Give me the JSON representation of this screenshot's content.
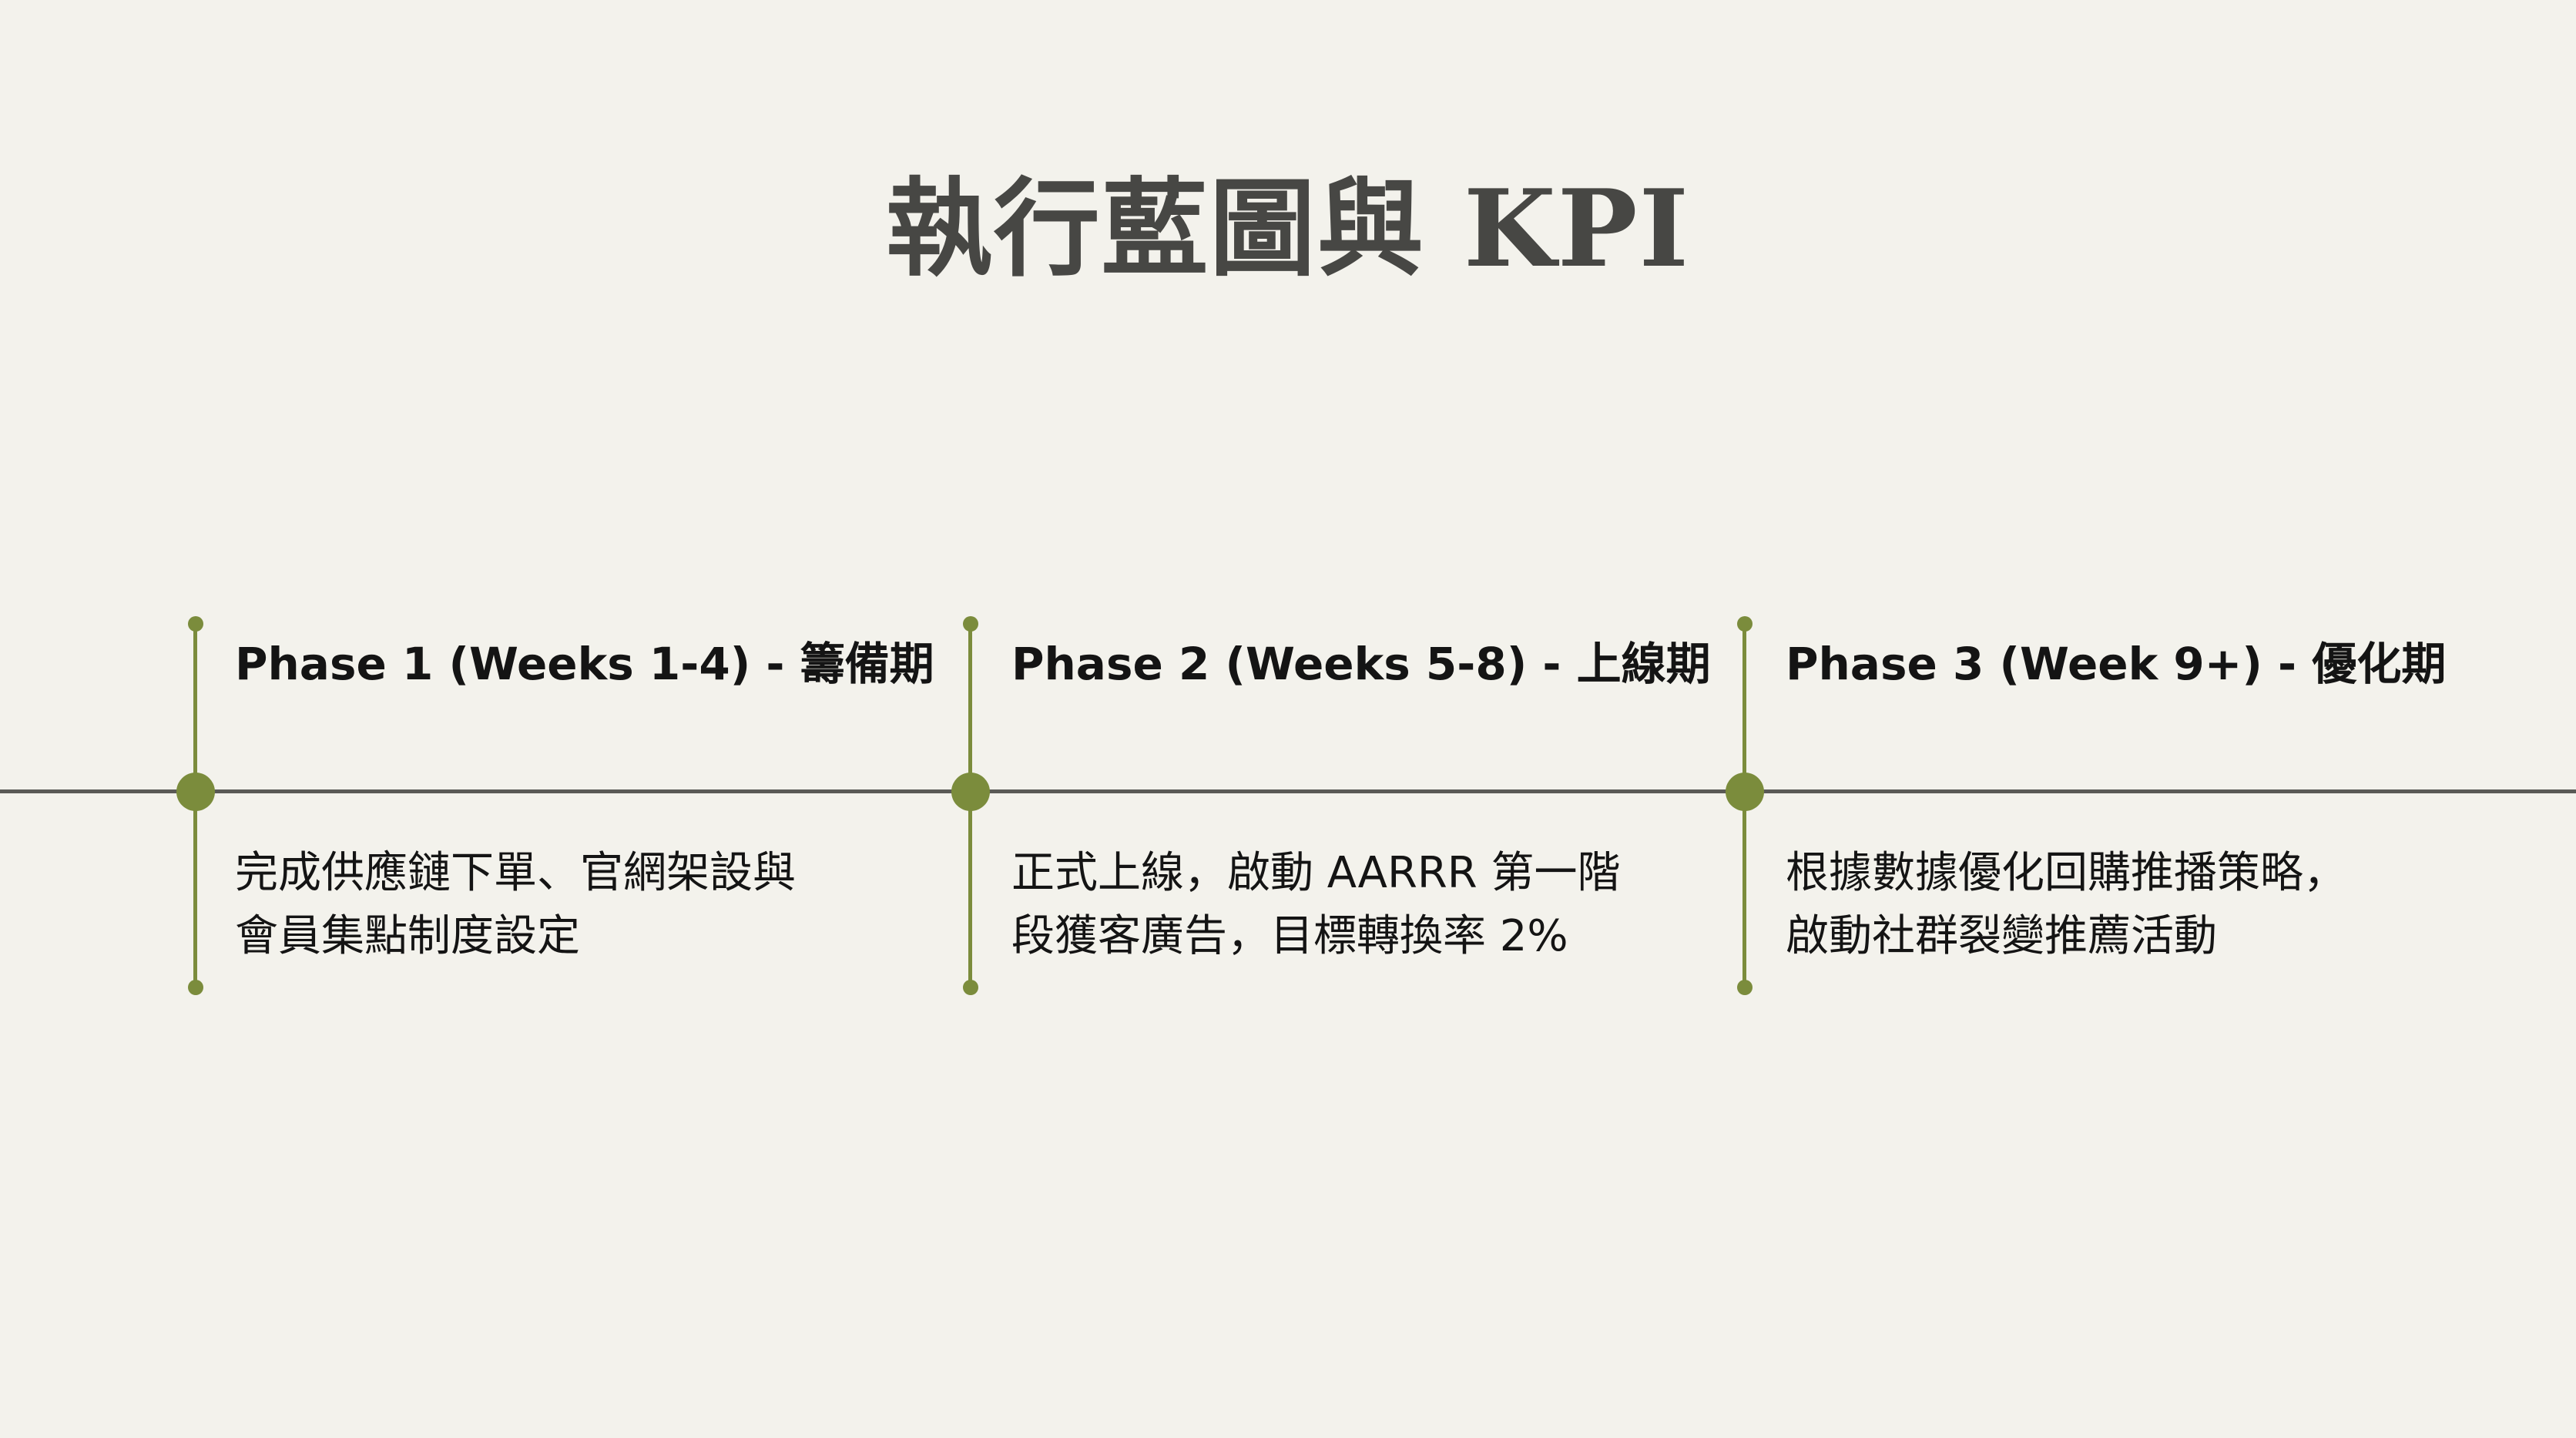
{
  "title": "執行藍圖與 KPI",
  "colors": {
    "accent": "#7b8c3c",
    "axis": "#5a5a56",
    "background": "#f3f2ec",
    "title": "#474744"
  },
  "phases": [
    {
      "title": "Phase 1 (Weeks 1-4) - 籌備期",
      "desc_lines": [
        "完成供應鏈下單、官網架設與",
        "會員集點制度設定"
      ]
    },
    {
      "title": "Phase 2 (Weeks 5-8) - 上線期",
      "desc_lines": [
        "正式上線，啟動 AARRR 第一階",
        "段獲客廣告，目標轉換率 2%"
      ]
    },
    {
      "title": "Phase 3 (Week 9+) - 優化期",
      "desc_lines": [
        "根據數據優化回購推播策略，",
        "啟動社群裂變推薦活動"
      ]
    }
  ]
}
